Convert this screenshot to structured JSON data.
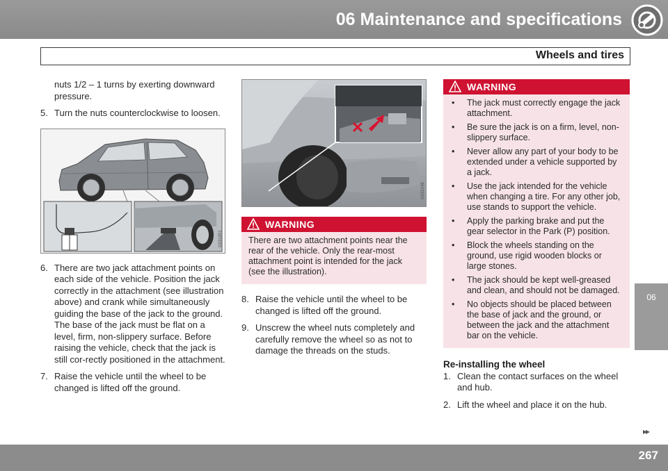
{
  "header": {
    "chapter_title": "06 Maintenance and specifications",
    "section_title": "Wheels and tires",
    "chapter_icon": "wrench-gear-icon",
    "side_tab": "06"
  },
  "column1": {
    "continued_text": "nuts 1/2 – 1 turns by exerting downward pressure.",
    "step5": {
      "num": "5.",
      "text": "Turn the nuts counterclockwise to loosen."
    },
    "figure1_code": "G031901",
    "step6": {
      "num": "6.",
      "text": "There are two jack attachment points on each side of the vehicle. Position the jack correctly in the attachment (see illustration above) and crank while simultaneously guiding the base of the jack to the ground. The base of the jack must be flat on a level, firm, non-slippery surface. Before raising the vehicle, check that the jack is still cor-rectly positioned in the attachment."
    },
    "step7": {
      "num": "7.",
      "text": "Raise the vehicle until the wheel to be changed is lifted off the ground."
    }
  },
  "column2": {
    "figure2_code": "G032146",
    "warning": {
      "title": "WARNING",
      "text": "There are two attachment points near the rear of the vehicle. Only the rear-most attachment point is intended for the jack (see the illustration)."
    },
    "step8": {
      "num": "8.",
      "text": "Raise the vehicle until the wheel to be changed is lifted off the ground."
    },
    "step9": {
      "num": "9.",
      "text": "Unscrew the wheel nuts completely and carefully remove the wheel so as not to damage the threads on the studs."
    }
  },
  "column3": {
    "warning": {
      "title": "WARNING",
      "bullet": "•",
      "items": [
        "The jack must correctly engage the jack attachment.",
        "Be sure the jack is on a firm, level, non-slippery surface.",
        "Never allow any part of your body to be extended under a vehicle supported by a jack.",
        "Use the jack intended for the vehicle when changing a tire. For any other job, use stands to support the vehicle.",
        "Apply the parking brake and put the gear selector in the Park (P) position.",
        "Block the wheels standing on the ground, use rigid wooden blocks or large stones.",
        "The jack should be kept well-greased and clean, and should not be damaged.",
        "No objects should be placed between the base of jack and the ground, or between the jack and the attachment bar on the vehicle."
      ]
    },
    "heading": "Re-installing the wheel",
    "step1": {
      "num": "1.",
      "text": "Clean the contact surfaces on the wheel and hub."
    },
    "step2": {
      "num": "2.",
      "text": "Lift the wheel and place it on the hub."
    }
  },
  "footer": {
    "page_number": "267",
    "next_arrows": "▸▸"
  },
  "colors": {
    "header_gray": "#8c8c8c",
    "warning_red": "#cf1231",
    "warning_bg": "#f7e3e7"
  }
}
